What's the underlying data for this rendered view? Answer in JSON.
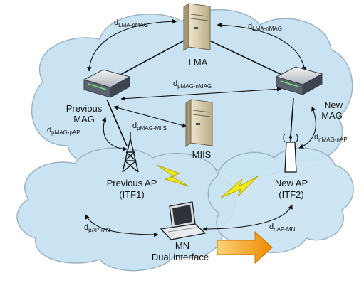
{
  "nodes": {
    "lma": "LMA",
    "miis": "MIIS",
    "prev_mag": [
      "Previous",
      "MAG"
    ],
    "new_mag": [
      "New",
      "MAG"
    ],
    "prev_ap": [
      "Previous AP",
      "(ITF1)"
    ],
    "new_ap": [
      "New AP",
      "(ITF2)"
    ],
    "mn": [
      "MN",
      "Dual interface"
    ]
  },
  "distances": {
    "lma_pmag": {
      "main": "d",
      "sub": "LMA-pMAG"
    },
    "lma_nmag": {
      "main": "d",
      "sub": "LMA-nMAG"
    },
    "pmag_nmag": {
      "main": "d",
      "sub": "pMAG-nMAG"
    },
    "pmag_miis": {
      "main": "d",
      "sub": "pMAG-MIIS"
    },
    "pmag_pap": {
      "main": "d",
      "sub": "pMAG-pAP"
    },
    "nmag_nap": {
      "main": "d",
      "sub": "nMAG-nAP"
    },
    "pap_mn": {
      "main": "d",
      "sub": "pAP-MN"
    },
    "nap_mn": {
      "main": "d",
      "sub": "nAP-MN"
    }
  },
  "colors": {
    "cloud_fill": "#c9e3f3",
    "cloud_stroke": "#9bb3c3",
    "server_body": "#d9ceb0",
    "router_body": "#5c6370",
    "ap_tower": "#111111",
    "lightning": "#f5ea1a",
    "arrow": "#f29b12"
  }
}
